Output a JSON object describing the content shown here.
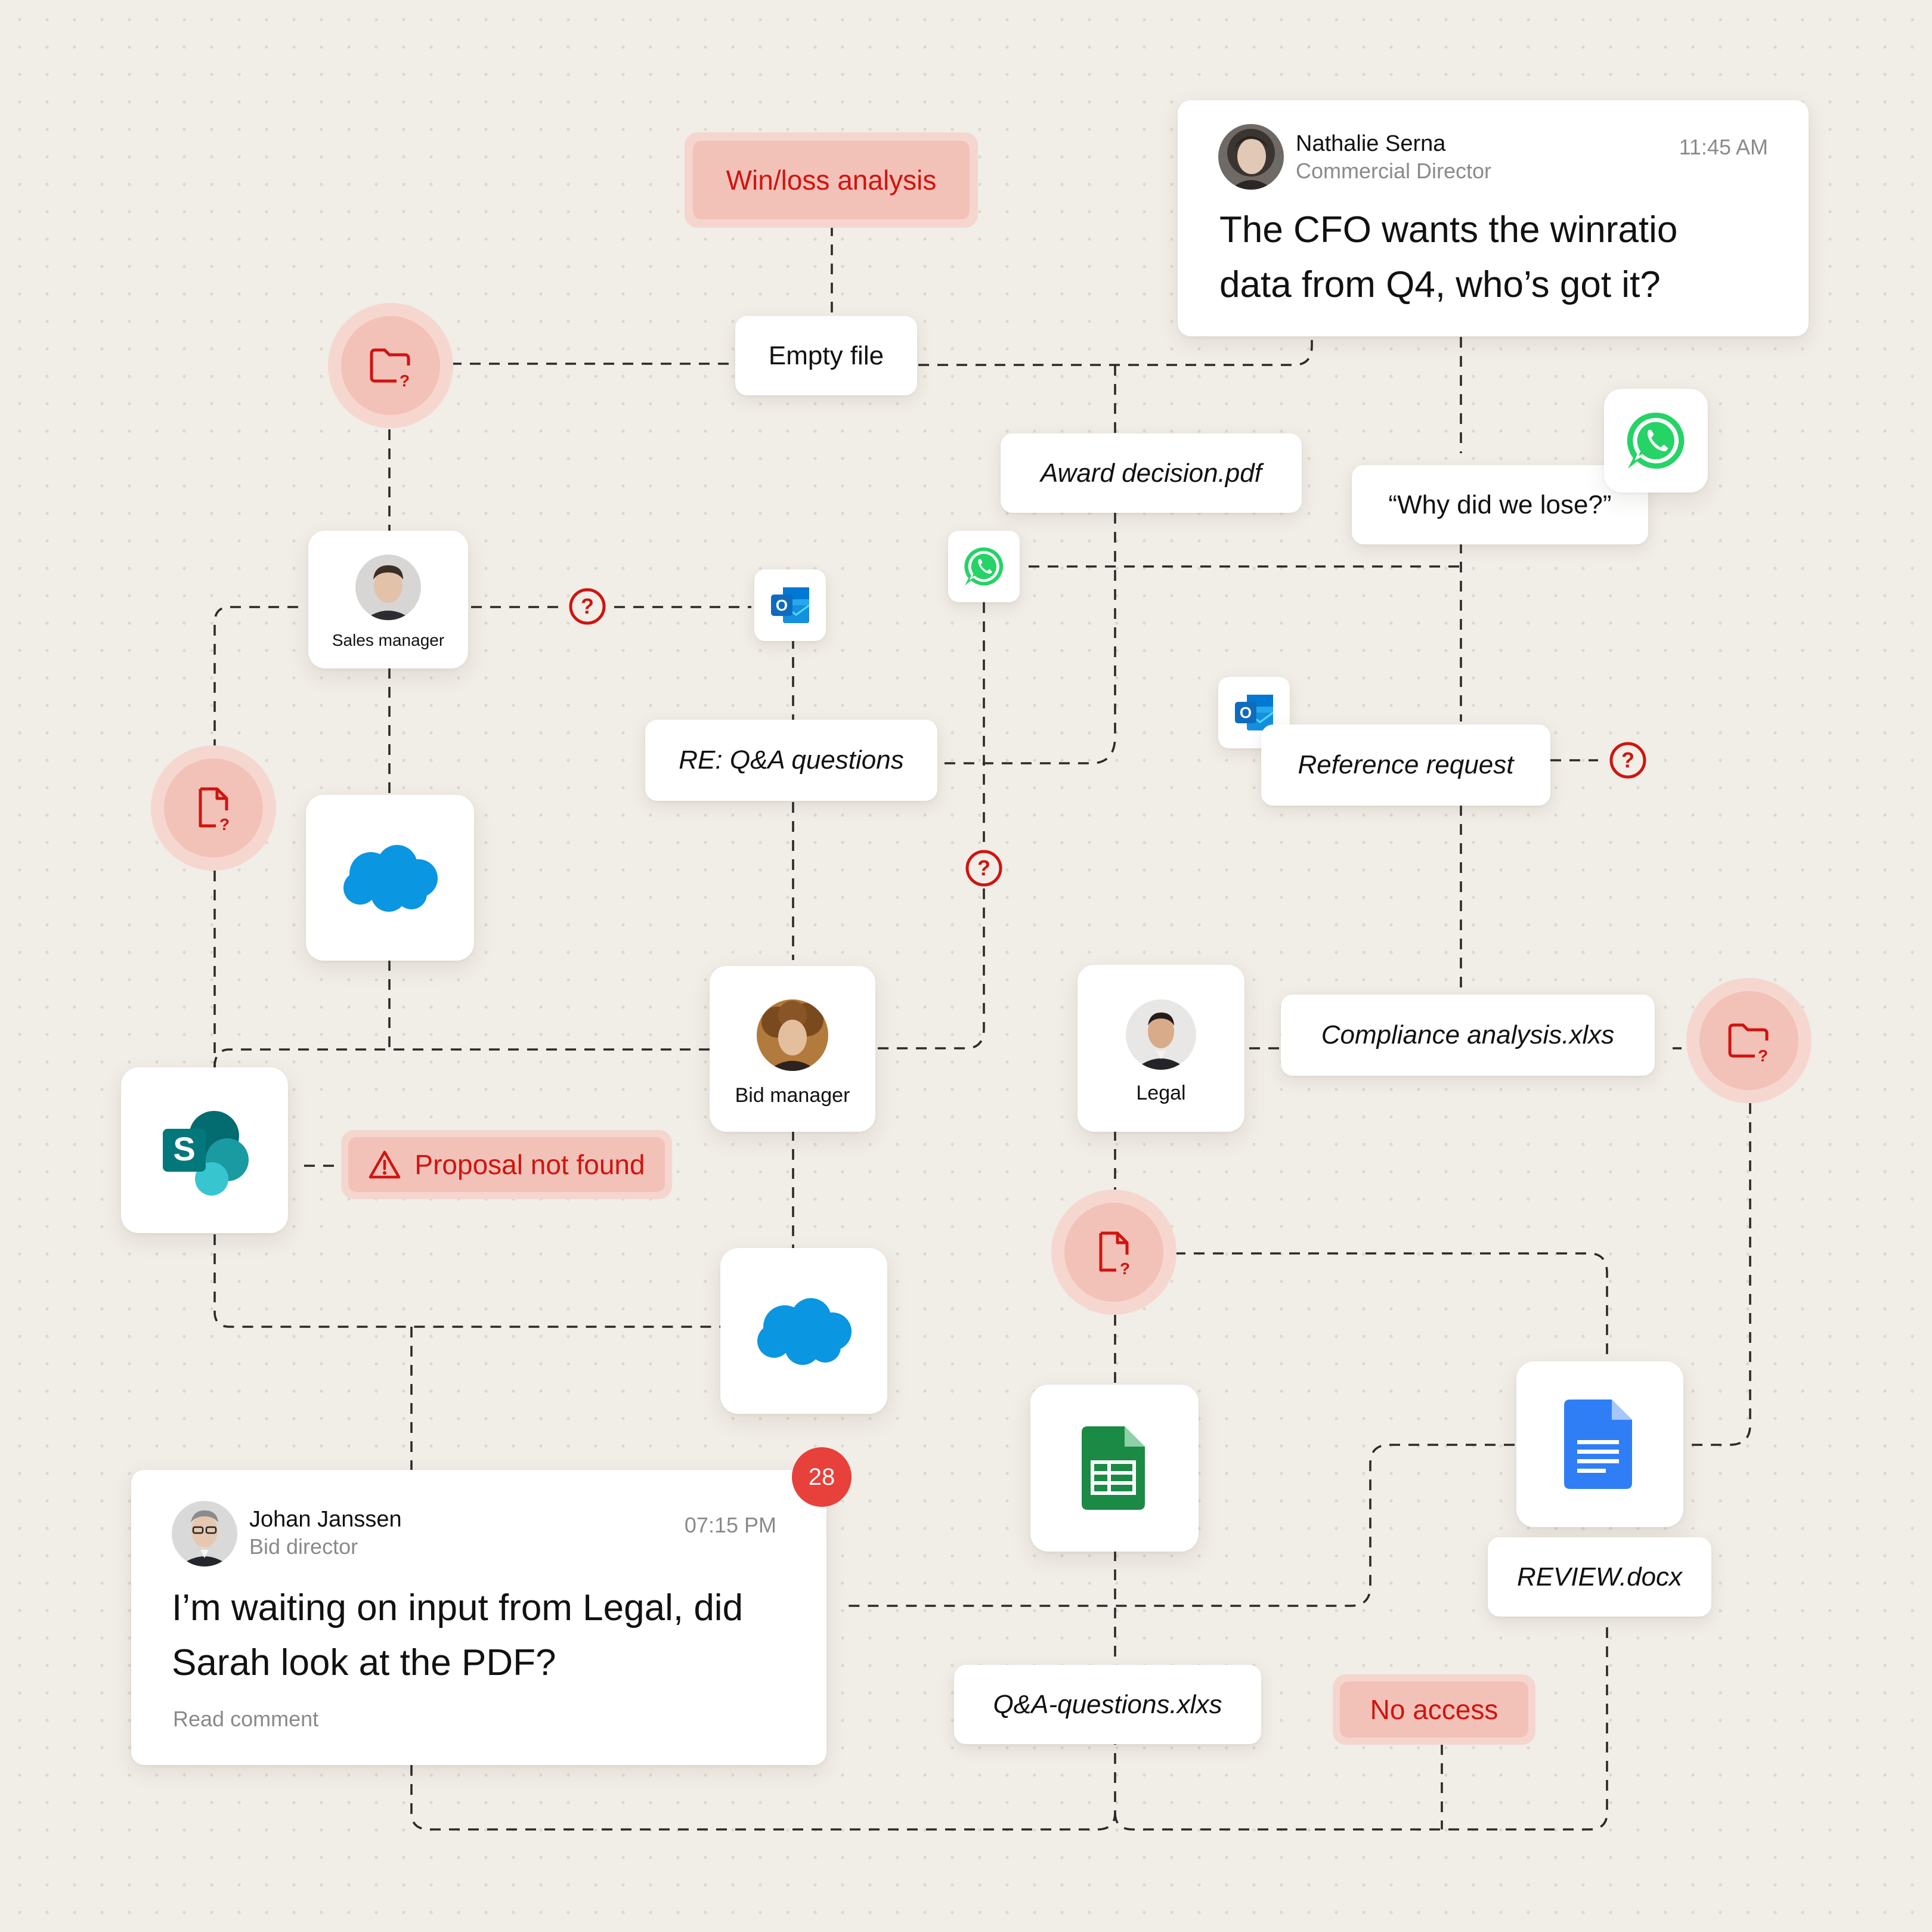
{
  "messages": {
    "nathalie": {
      "name": "Nathalie Serna",
      "title": "Commercial Director",
      "time": "11:45 AM",
      "text_line1": "The CFO wants the winratio",
      "text_line2": "data from Q4, who’s got it?"
    },
    "johan": {
      "name": "Johan Janssen",
      "title": "Bid director",
      "time": "07:15 PM",
      "text_line1": "I’m waiting on input from Legal, did",
      "text_line2": "Sarah look at the PDF?",
      "link": "Read comment",
      "badge_count": "28"
    }
  },
  "tags": {
    "win_loss": "Win/loss analysis",
    "proposal_not_found": "Proposal not found",
    "no_access": "No access"
  },
  "files": {
    "empty_file": "Empty file",
    "award_decision": "Award decision.pdf",
    "why_lose": "“Why did we lose?”",
    "re_qa": "RE: Q&A questions",
    "reference_request": "Reference request",
    "compliance": "Compliance analysis.xlxs",
    "review": "REVIEW.docx",
    "qa_questions": "Q&A-questions.xlxs"
  },
  "roles": {
    "sales_manager": "Sales manager",
    "bid_manager": "Bid manager",
    "legal": "Legal"
  },
  "icons": {
    "folder_missing": "folder-question-icon",
    "file_missing": "file-question-icon",
    "question": "question-circle-icon",
    "warning": "warning-triangle-icon",
    "salesforce": "salesforce-icon",
    "sharepoint": "sharepoint-icon",
    "outlook": "outlook-icon",
    "whatsapp": "whatsapp-icon",
    "google_docs": "google-docs-icon",
    "google_sheets": "google-sheets-icon"
  },
  "colors": {
    "background": "#f1ede7",
    "alert_red": "#d0140f",
    "alert_fill": "#f2c1b8",
    "alert_halo": "#f6d7d0",
    "badge_red": "#e8403a",
    "whatsapp_green": "#25d366",
    "salesforce_blue": "#0a96e0",
    "sheets_green": "#1a8a45",
    "docs_blue": "#2f7ef5",
    "sharepoint_teal": "#077a7e",
    "outlook_blue": "#0f6cbd"
  }
}
